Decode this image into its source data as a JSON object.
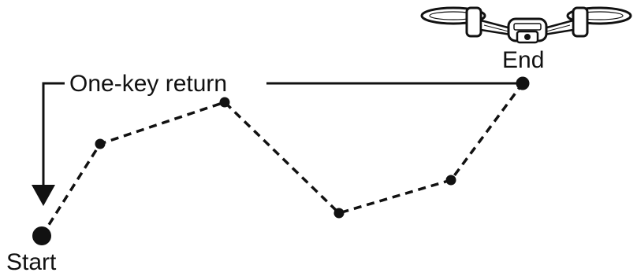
{
  "labels": {
    "start": "Start",
    "end": "End",
    "return": "One-key return"
  },
  "colors": {
    "ink": "#111111",
    "background": "#ffffff"
  },
  "icons": {
    "drone": "drone-icon",
    "arrow": "arrow-down-icon"
  }
}
